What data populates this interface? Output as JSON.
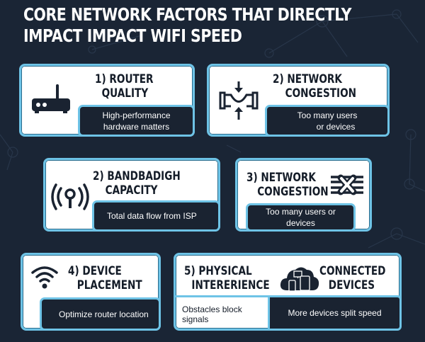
{
  "header": {
    "title_line1": "CORE NETWORK FACTORS THAT DIRECTLY",
    "title_line2": "IMPACT IMPACT WIFI SPEED"
  },
  "colors": {
    "background": "#1a2535",
    "card_border": "#6ec3e6",
    "card_fill": "#ffffff",
    "desc_fill": "#1a2331",
    "icon": "#1a2331",
    "text_dark": "#141c28"
  },
  "cards": [
    {
      "icon": "router-icon",
      "title_line1": "1) ROUTER",
      "title_line2": "QUALITY",
      "desc_line1": "High-performance",
      "desc_line2": "hardware matters"
    },
    {
      "icon": "pipe-compression-icon",
      "title_line1": "2) NETWORK",
      "title_line2": "CONGESTION",
      "desc_line1": "Too many users",
      "desc_line2": "or devices"
    },
    {
      "icon": "broadcast-antenna-icon",
      "title_line1": "2) BANDBADIGH",
      "title_line2": "CAPACITY",
      "desc_line1": "Total data flow from ISP"
    },
    {
      "icon": "blocked-lines-icon",
      "title_line1": "3) NETWORK",
      "title_line2": "CONGESTION",
      "desc_line1": "Too many users or",
      "desc_line2": "devices"
    },
    {
      "icon": "wifi-icon",
      "title_line1": "4) DEVICE",
      "title_line2": "PLACEMENT",
      "desc_line1": "Optimize router location"
    },
    {
      "icon": "cloud-devices-icon",
      "title_line1": "5) PHYSICAL",
      "title_line2": "INTERERIENCE",
      "desc_line1": "Obstacles block signals",
      "title2_line1": "CONNECTED",
      "title2_line2": "DEVICES",
      "desc2_line1": "More devices split speed"
    }
  ]
}
